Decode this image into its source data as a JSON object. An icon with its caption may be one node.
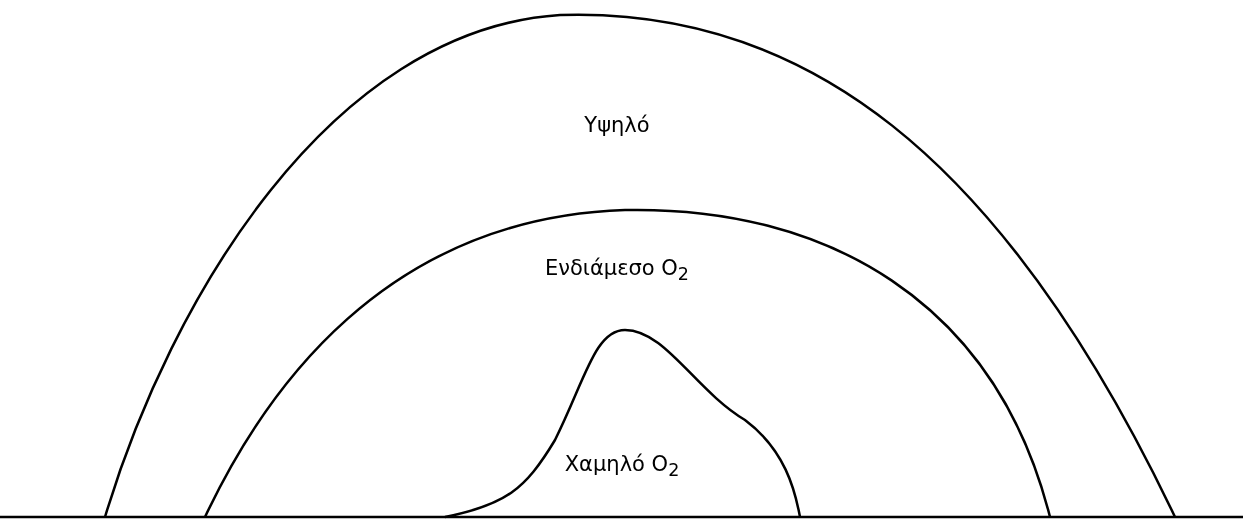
{
  "diagram": {
    "nodes": [
      {
        "text": [
          "Υψηλό"
        ]
      },
      {
        "text": [
          "Ενδιάμεσο O$_{2}$"
        ],
        "in": 0
      },
      {
        "text": [
          "Χαμηλό O$_{2}$"
        ],
        "in": 1
      }
    ]
  }
}
